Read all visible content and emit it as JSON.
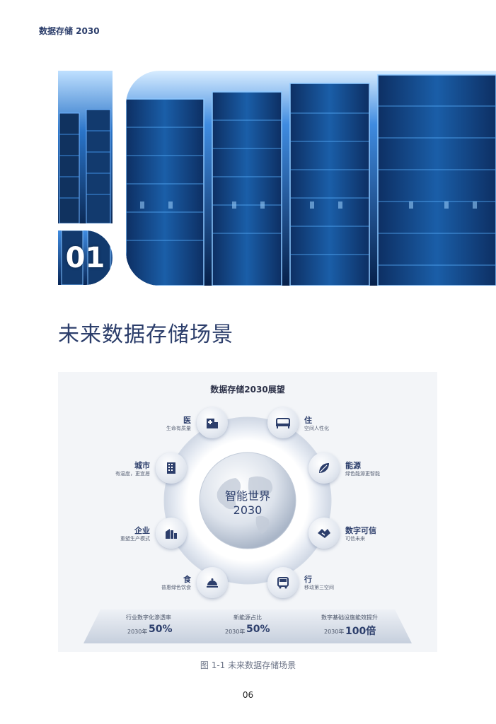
{
  "header": {
    "running_title": "数据存储 2030"
  },
  "chapter": {
    "number": "01",
    "title": "未来数据存储场景"
  },
  "figure": {
    "title": "数据存储2030展望",
    "center_line1": "智能世界",
    "center_line2": "2030",
    "scenes": [
      {
        "label": "医",
        "desc": "生命有质量",
        "icon": "hospital-icon"
      },
      {
        "label": "住",
        "desc": "空间人性化",
        "icon": "bed-icon"
      },
      {
        "label": "城市",
        "desc": "有温度，更宜居",
        "icon": "city-building-icon"
      },
      {
        "label": "能源",
        "desc": "绿色能源更智能",
        "icon": "leaf-icon"
      },
      {
        "label": "企业",
        "desc": "重塑生产模式",
        "icon": "factory-icon"
      },
      {
        "label": "数字可信",
        "desc": "可信未来",
        "icon": "handshake-icon"
      },
      {
        "label": "食",
        "desc": "普惠绿色饮食",
        "icon": "food-cloche-icon"
      },
      {
        "label": "行",
        "desc": "移动第三空间",
        "icon": "bus-icon"
      }
    ],
    "stats": [
      {
        "label": "行业数字化渗透率",
        "year": "2030年",
        "value": "50%"
      },
      {
        "label": "新能源占比",
        "year": "2030年",
        "value": "50%"
      },
      {
        "label": "数字基础设施能效提升",
        "year": "2030年",
        "value": "100倍"
      }
    ],
    "caption": "图 1-1  未来数据存储场景"
  },
  "page_number": "06",
  "colors": {
    "accent": "#2c3e6b",
    "server_blue": "#1e6fd0",
    "panel_bg": "#f3f5f8"
  }
}
